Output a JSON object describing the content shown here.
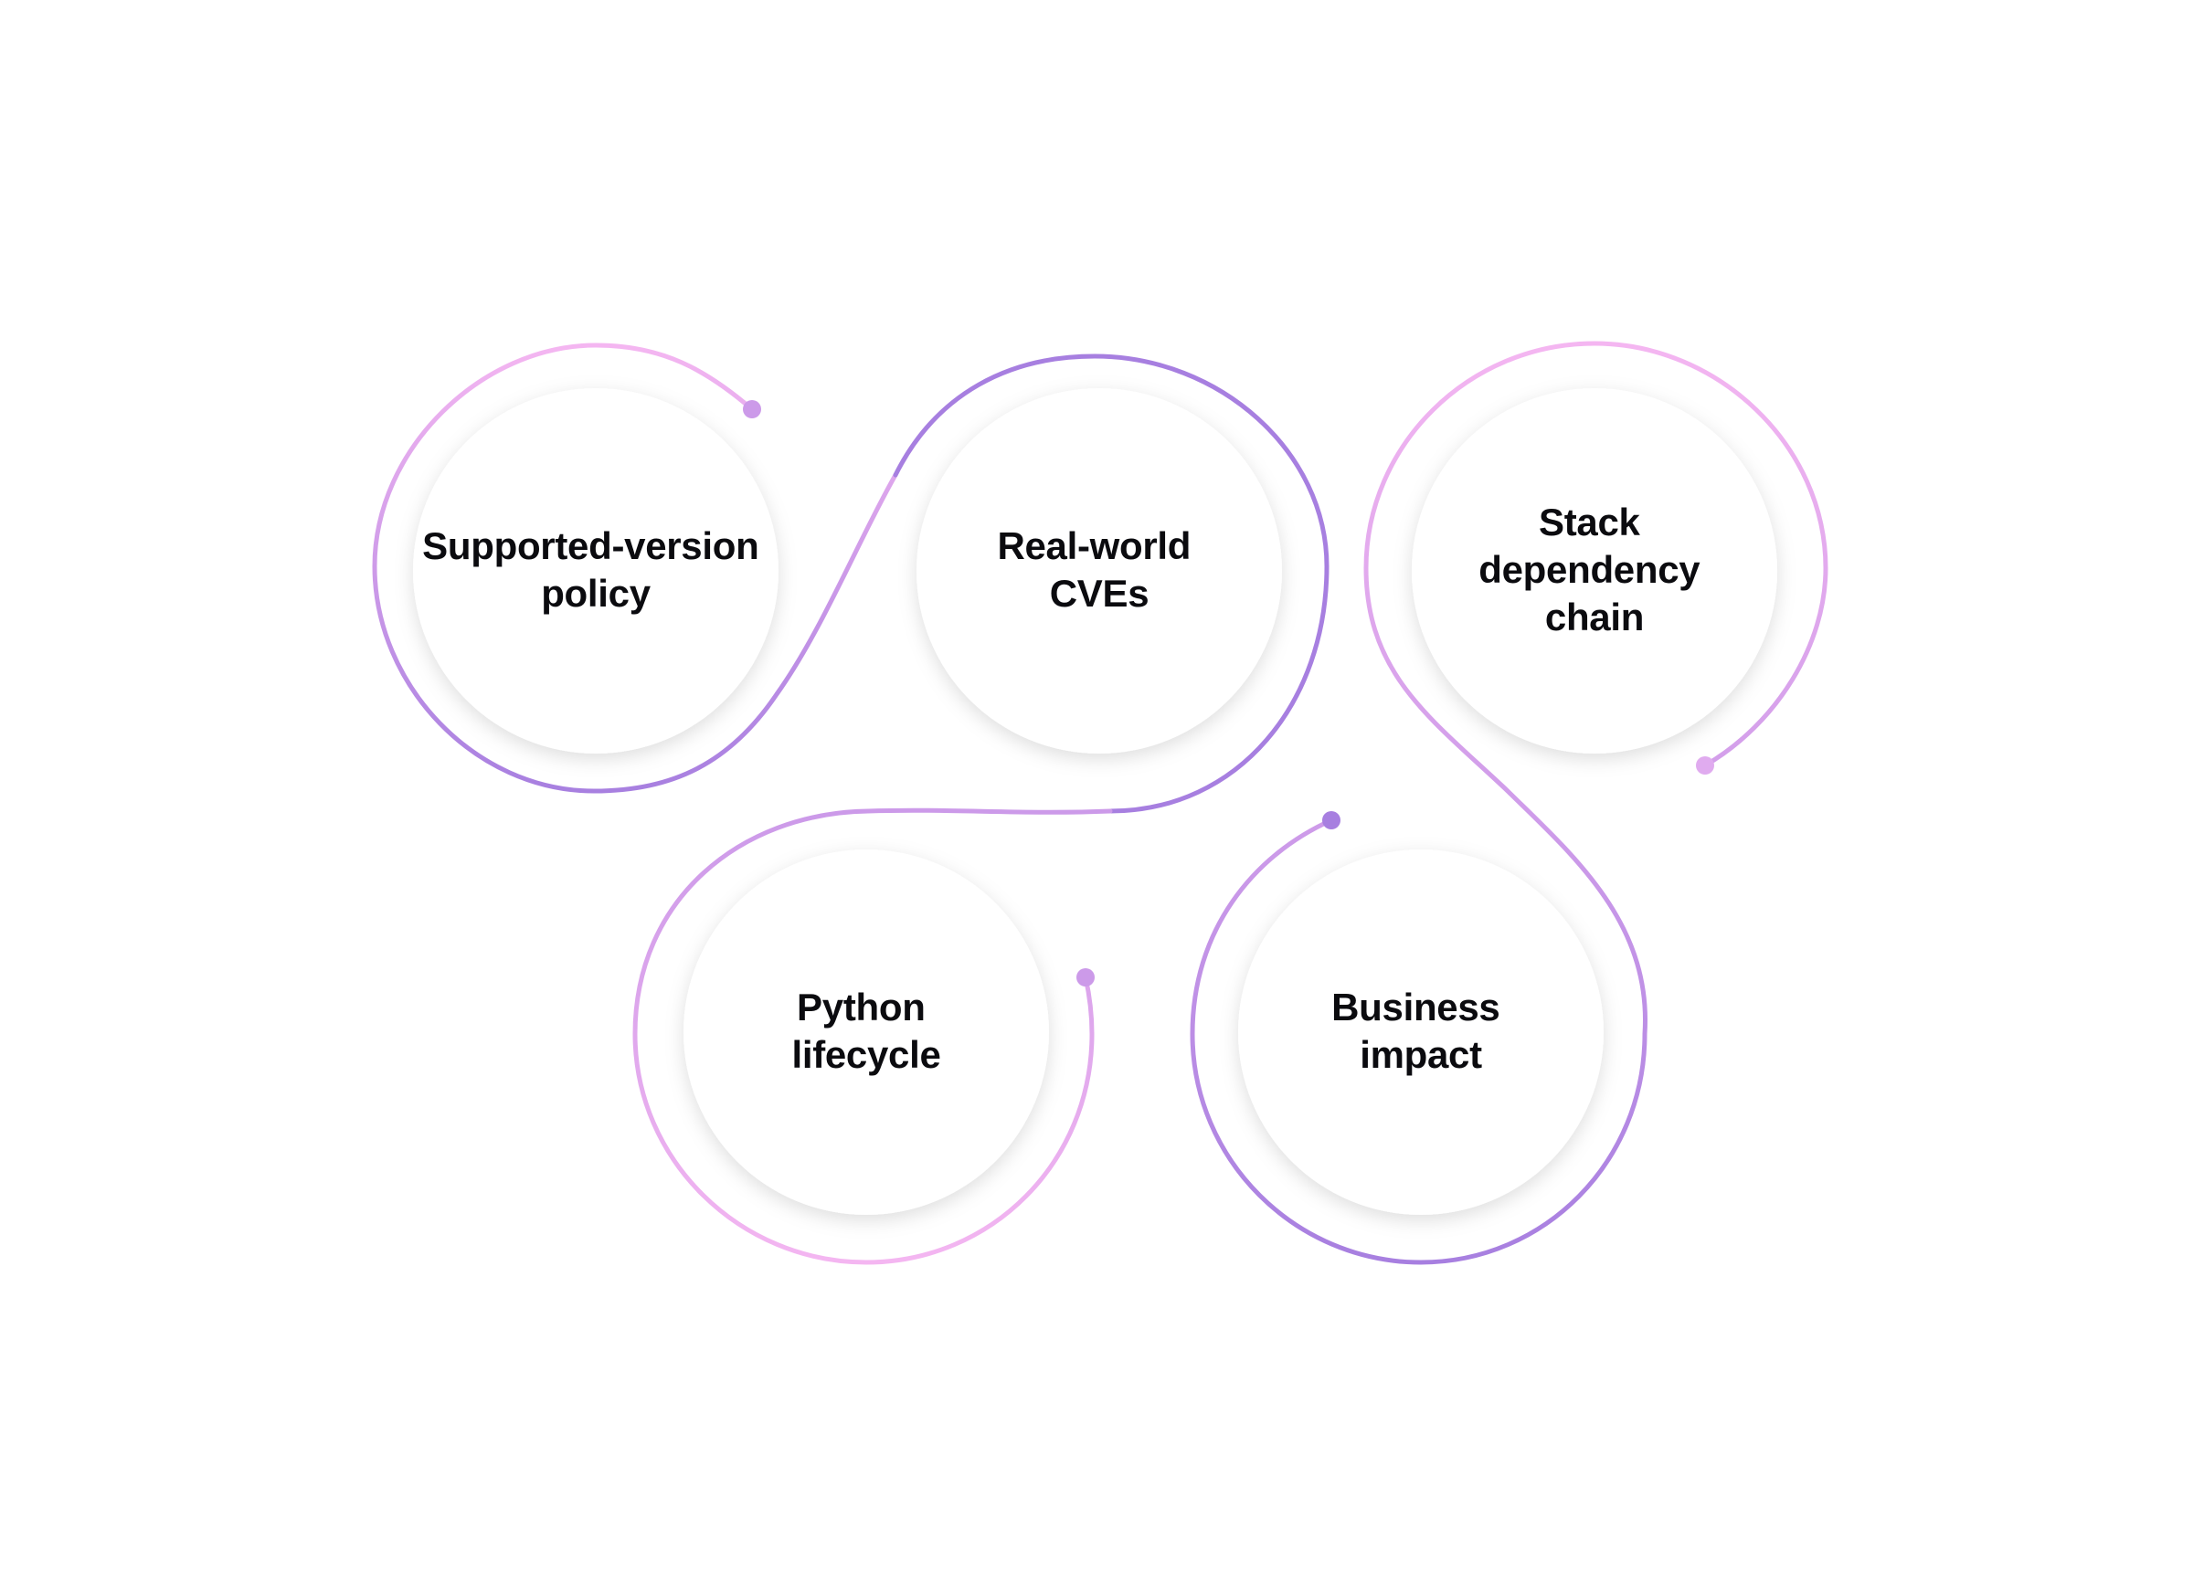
{
  "diagram": {
    "nodes": [
      {
        "id": "supported-version-policy",
        "lines": [
          "Supported-version",
          "policy"
        ]
      },
      {
        "id": "real-world-cves",
        "lines": [
          "Real-world",
          "CVEs"
        ]
      },
      {
        "id": "stack-dependency-chain",
        "lines": [
          "Stack",
          "dependency",
          "chain"
        ]
      },
      {
        "id": "python-lifecycle",
        "lines": [
          "Python",
          "lifecycle"
        ]
      },
      {
        "id": "business-impact",
        "lines": [
          "Business",
          "impact"
        ]
      }
    ],
    "colors": {
      "pink": "#f4b6f1",
      "violet": "#a77fe0",
      "mid": "#cc9ae9",
      "circle_fill": "#ffffff",
      "text": "#0b0b0f"
    }
  }
}
